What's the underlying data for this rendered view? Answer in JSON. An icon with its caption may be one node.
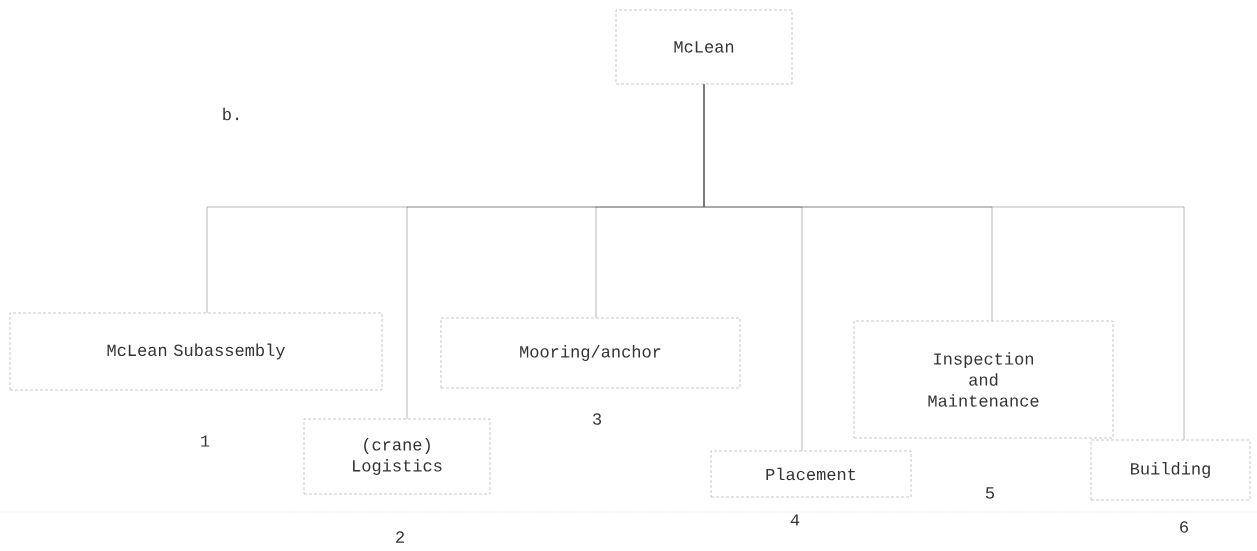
{
  "diagram": {
    "nodes": [
      {
        "text": [
          "McLean"
        ]
      },
      {
        "text": [
          "McLean Subassembly"
        ],
        "beside": [
          "1"
        ]
      },
      {
        "text": [
          "(crane) Logistics"
        ],
        "beside": [
          "2"
        ]
      },
      {
        "text": [
          "Mooring/anchor"
        ],
        "beside": [
          "3"
        ]
      },
      {
        "text": [
          "Placement"
        ],
        "beside": [
          "4"
        ]
      },
      {
        "text": [
          "Inspection and Maintenance"
        ],
        "beside": [
          "5"
        ]
      },
      {
        "text": [
          "Building"
        ],
        "beside": [
          "6"
        ]
      }
    ],
    "edges": [
      {
        "from": 0,
        "to": 1,
        "arrow": "none"
      },
      {
        "from": 0,
        "to": 2,
        "arrow": "none"
      },
      {
        "from": 0,
        "to": 3,
        "arrow": "none"
      },
      {
        "from": 0,
        "to": 4,
        "arrow": "none"
      },
      {
        "from": 0,
        "to": 5,
        "arrow": "none"
      },
      {
        "from": 0,
        "to": 6,
        "arrow": "none"
      }
    ],
    "labels": [
      "b."
    ]
  }
}
